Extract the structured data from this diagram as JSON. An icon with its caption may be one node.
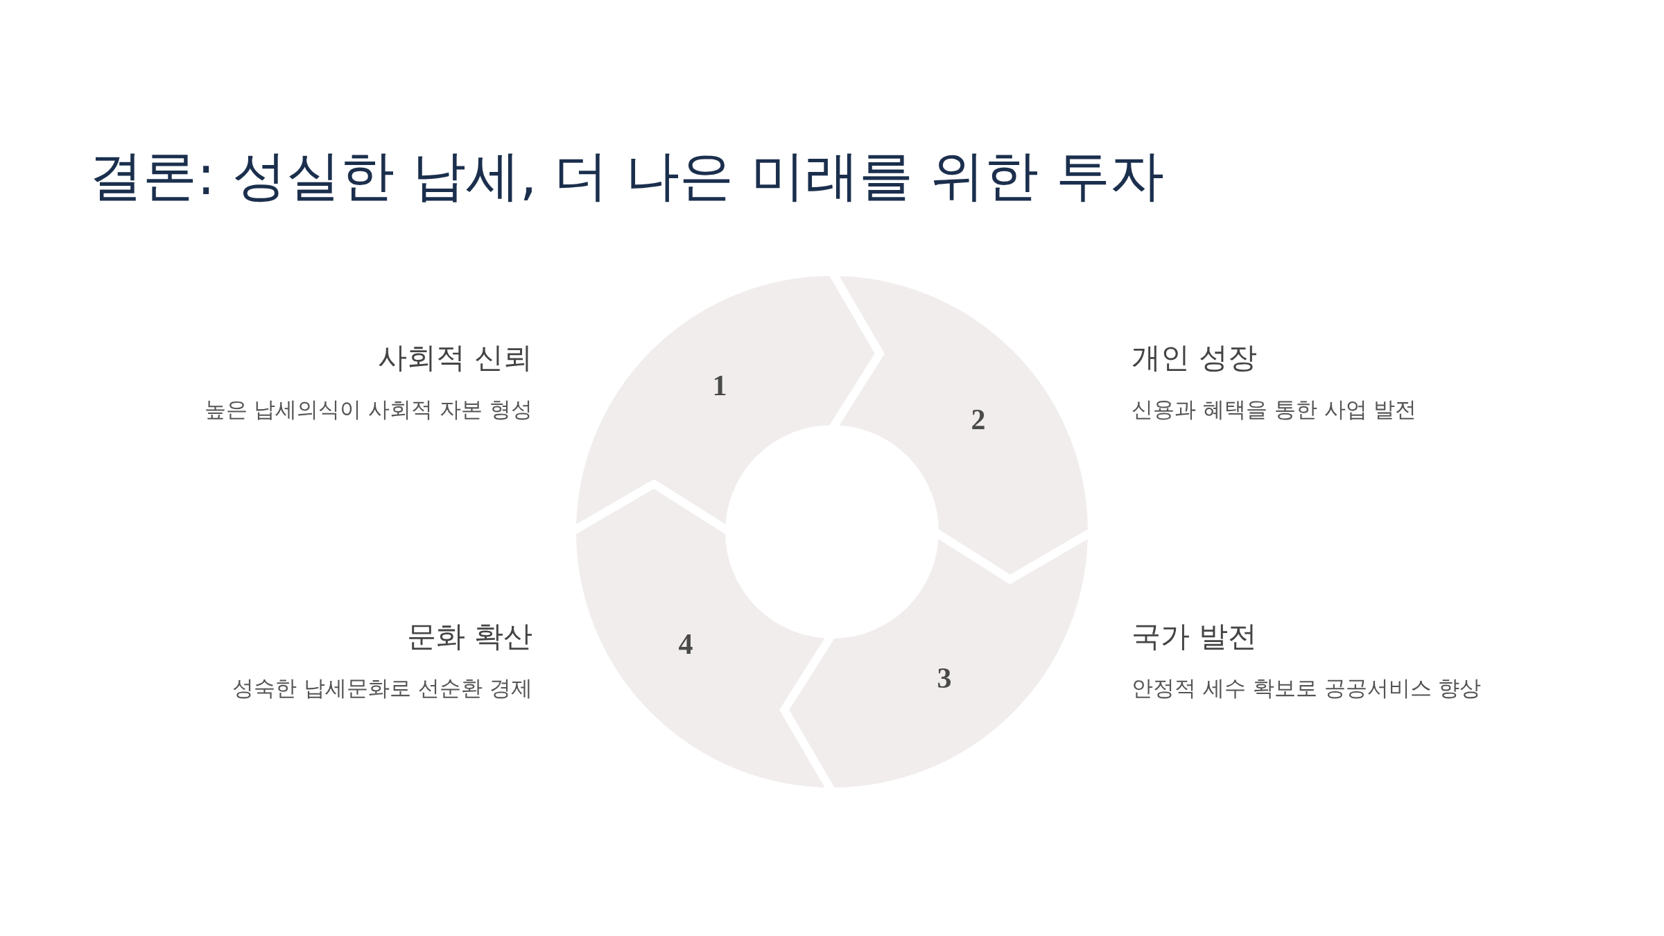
{
  "diagram": {
    "title": "결론: 성실한 납세, 더 나은 미래를 위한 투자",
    "nodes": [
      {
        "text": [
          "1"
        ],
        "beside": [
          "사회적 신뢰",
          "높은 납세의식이 사회적 자본 형성"
        ]
      },
      {
        "text": [
          "2"
        ],
        "beside": [
          "개인 성장",
          "신용과 혜택을 통한 사업 발전"
        ]
      },
      {
        "text": [
          "3"
        ],
        "beside": [
          "국가 발전",
          "안정적 세수 확보로 공공서비스 향상"
        ]
      },
      {
        "text": [
          "4"
        ],
        "beside": [
          "문화 확산",
          "성숙한 납세문화로 선순환 경제"
        ]
      }
    ]
  }
}
